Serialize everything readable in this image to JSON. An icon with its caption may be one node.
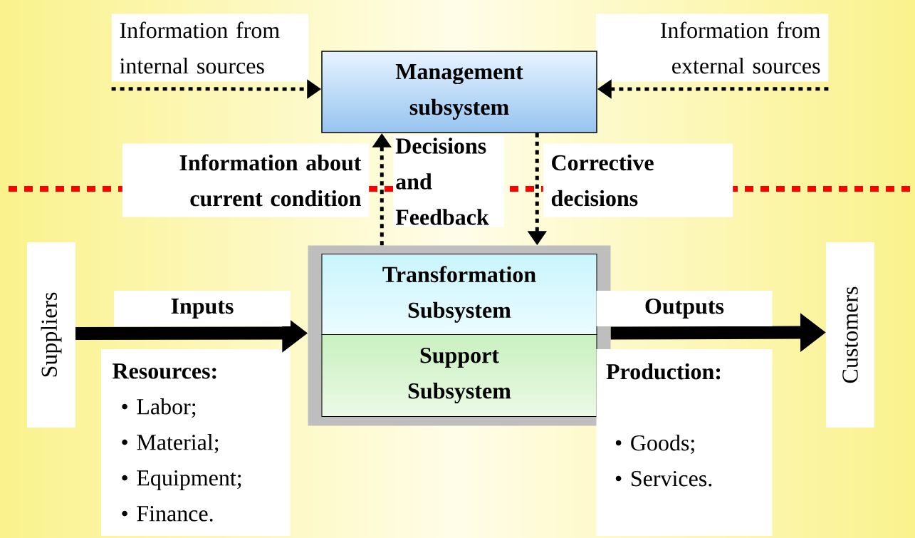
{
  "diagram": {
    "nodes": [
      {
        "text": [
          "Information from internal sources"
        ]
      },
      {
        "text": [
          "Information from external sources"
        ]
      },
      {
        "text": [
          "Management subsystem"
        ]
      },
      {
        "text": [
          "Information about current condition"
        ]
      },
      {
        "text": [
          "Corrective decisions"
        ]
      },
      {
        "text": [],
        "shape": "box"
      },
      {
        "text": [
          "Transformation Subsystem"
        ],
        "in": 5
      },
      {
        "text": [
          "Support Subsystem"
        ],
        "in": 5
      },
      {
        "text": [
          "Suppliers"
        ]
      },
      {
        "text": [
          "Resources:",
          "• Labor;",
          "• Material;",
          "• Equipment;",
          "• Finance."
        ]
      },
      {
        "text": [
          "Production:",
          "• Goods;",
          "• Services."
        ]
      },
      {
        "text": [
          "Customers"
        ]
      }
    ],
    "edges": [
      {
        "from": 0,
        "to": 2,
        "arrow": "to",
        "style": "dashed"
      },
      {
        "from": 1,
        "to": 2,
        "arrow": "to",
        "style": "dashed"
      },
      {
        "from": 5,
        "to": 2,
        "arrow": "to",
        "style": "dashed"
      },
      {
        "from": 2,
        "to": 5,
        "arrow": "to",
        "style": "dashed"
      },
      {
        "from": 8,
        "to": 5,
        "arrow": "to",
        "label": "Inputs",
        "style": "thick"
      },
      {
        "from": 5,
        "to": 11,
        "arrow": "to",
        "label": "Outputs",
        "style": "thick"
      }
    ],
    "labels": [
      "Decisions and Feedback"
    ]
  }
}
